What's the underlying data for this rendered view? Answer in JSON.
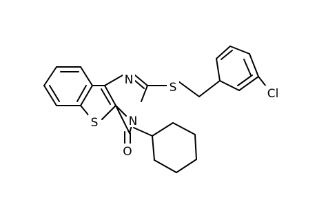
{
  "atoms": {
    "N1": "N",
    "N3": "N",
    "S_ring": "S",
    "S_thio": "S",
    "O": "O",
    "Cl": "Cl"
  }
}
